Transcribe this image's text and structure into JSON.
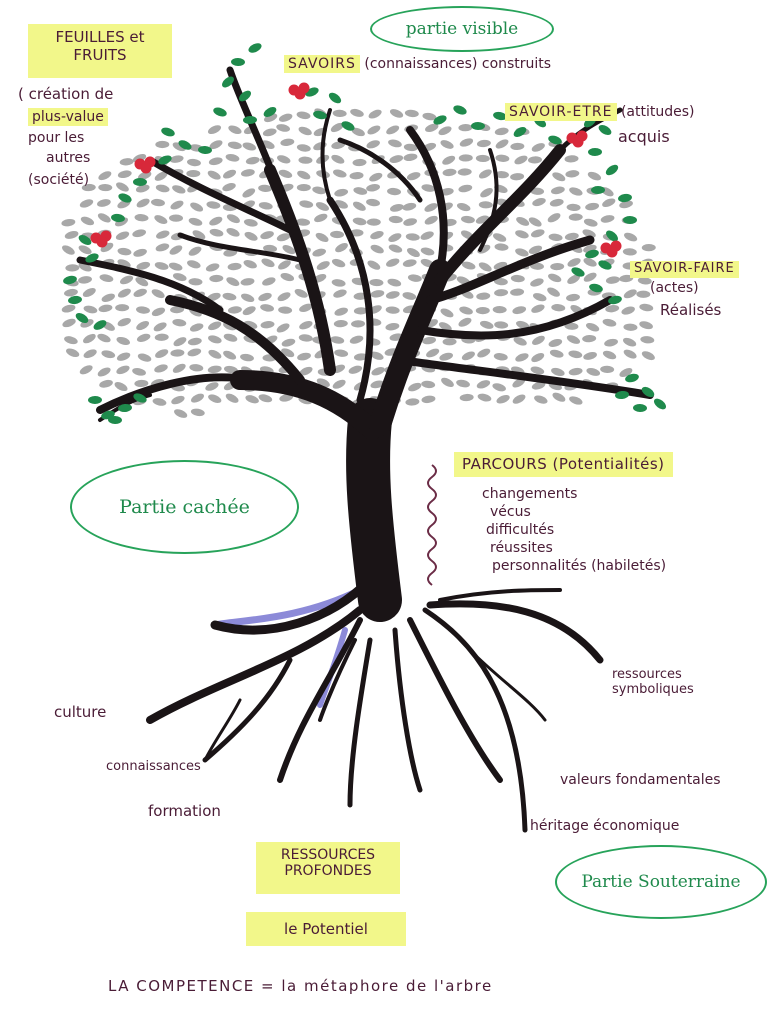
{
  "title_bottom": "LA COMPETENCE = la métaphore de l'arbre",
  "ovals": {
    "visible": "partie visible",
    "hidden": "Partie cachée",
    "underground": "Partie Souterraine"
  },
  "crown": {
    "leaves_heading_1": "FEUILLES et",
    "leaves_heading_2": "FRUITS",
    "leaves_text_1": "( création de",
    "leaves_text_2": "plus-value",
    "leaves_text_3": "pour les",
    "leaves_text_4": "autres",
    "leaves_text_5": "(société)",
    "savoirs_key": "SAVOIRS",
    "savoirs_rest": "(connaissances) construits",
    "savoir_etre_key": "SAVOIR-ETRE",
    "savoir_etre_rest": "(attitudes)",
    "savoir_etre_sub": "acquis",
    "savoir_faire_key": "SAVOIR-FAIRE",
    "savoir_faire_rest": "(actes)",
    "savoir_faire_sub": "Réalisés"
  },
  "trunk": {
    "heading": "PARCOURS (Potentialités)",
    "items": [
      "changements",
      "vécus",
      "difficultés",
      "réussites",
      "personnalités (habiletés)"
    ]
  },
  "roots": {
    "left": [
      "culture",
      "connaissances",
      "formation"
    ],
    "right": [
      "ressources symboliques",
      "valeurs fondamentales",
      "héritage économique"
    ],
    "resources_1": "RESSOURCES",
    "resources_2": "PROFONDES",
    "potential": "le Potentiel"
  },
  "colors": {
    "ink": "#4a1c36",
    "highlight": "#f2f78a",
    "oval_green": "#27a35a",
    "trunk": "#1a1416",
    "leaf_grey": "#a8a8a8",
    "leaf_green": "#1f8a4c",
    "fruit_red": "#d8283a",
    "root_shadow": "#8c8ad8"
  }
}
